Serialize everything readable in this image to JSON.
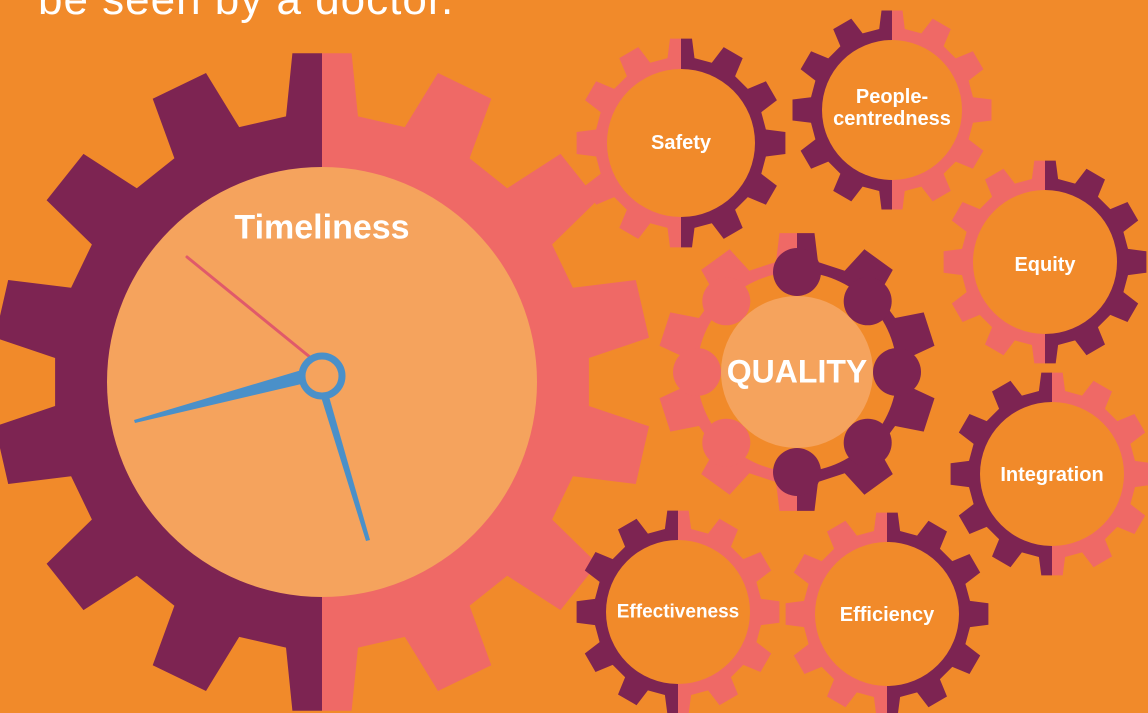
{
  "headline": "be seen by a doctor.",
  "colors": {
    "background": "#f18a2a",
    "plum": "#7d2452",
    "coral": "#ef6966",
    "peach": "#f5a35d",
    "hand_blue": "#4a90c9",
    "hand_red": "#e05a6a"
  },
  "gears": {
    "timeliness": "Timeliness",
    "quality": "QUALITY",
    "safety": "Safety",
    "people_line1": "People-",
    "people_line2": "centredness",
    "equity": "Equity",
    "integration": "Integration",
    "effectiveness": "Effectiveness",
    "efficiency": "Efficiency"
  }
}
